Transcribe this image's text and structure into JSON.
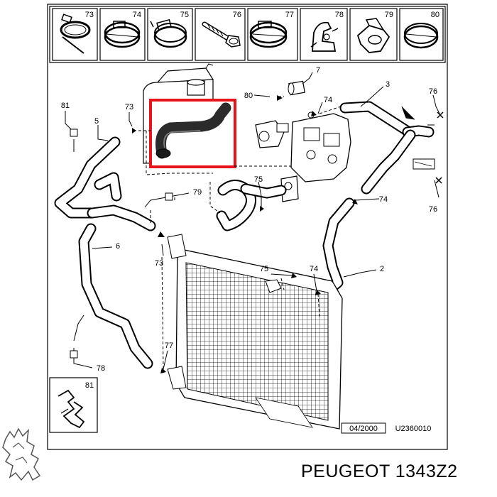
{
  "header_parts": [
    "73",
    "74",
    "75",
    "76",
    "77",
    "78",
    "79",
    "80"
  ],
  "callouts": {
    "c81a": "81",
    "c5": "5",
    "c73a": "73",
    "c7": "7",
    "c80": "80",
    "c3": "3",
    "c74a": "74",
    "c76a": "76",
    "c79": "79",
    "c75a": "75",
    "c74b": "74",
    "c76b": "76",
    "c6": "6",
    "c73b": "73",
    "c75b": "75",
    "c74c": "74",
    "c2": "2",
    "c77": "77",
    "c78": "78",
    "c81b": "81"
  },
  "footer": {
    "date": "04/2000",
    "ref": "U2360010"
  },
  "brand": {
    "text": "PEUGEOT 1343Z2"
  },
  "colors": {
    "highlight": "#e8141c",
    "line": "#000000",
    "hose": "#2b2b2b"
  }
}
